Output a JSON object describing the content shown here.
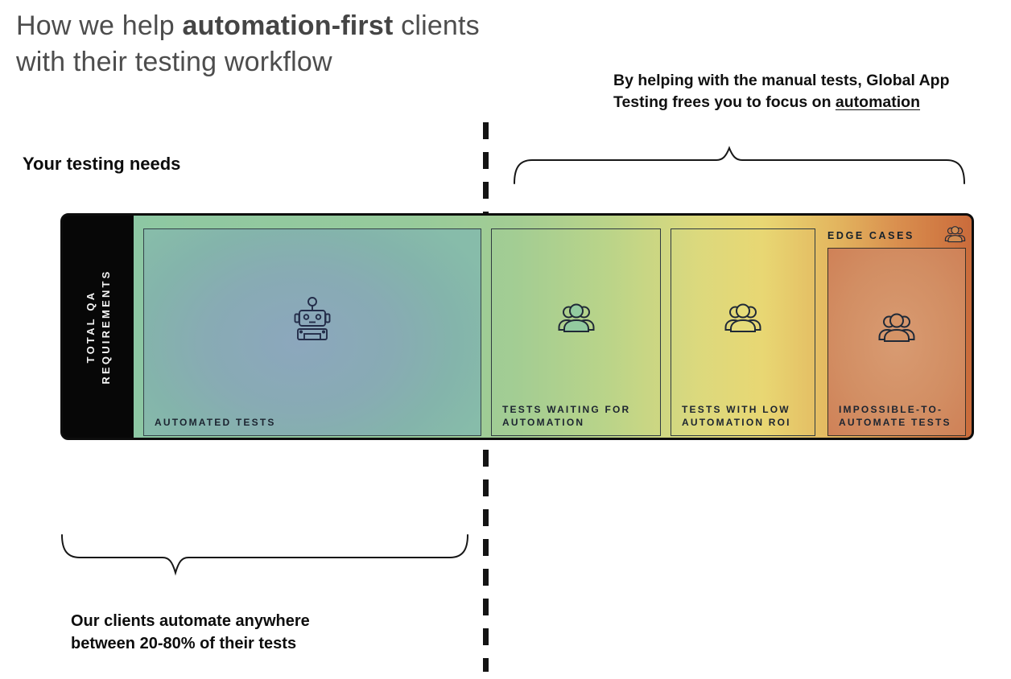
{
  "title": {
    "pre": "How we help ",
    "bold": "automation-first",
    "post": " clients",
    "line2": "with their testing workflow"
  },
  "top_right_note": {
    "line1": "By helping with the manual tests, Global App",
    "line2_pre": "Testing frees you to focus on ",
    "underlined": "automation"
  },
  "left_heading": "Your testing needs",
  "bottom_note": {
    "line1": "Our clients automate anywhere",
    "line2": "between 20-80% of their tests"
  },
  "bar": {
    "sidebar_label_line1": "TOTAL QA",
    "sidebar_label_line2": "REQUIREMENTS",
    "edge_cases_label": "EDGE CASES",
    "sections": [
      {
        "label": "AUTOMATED TESTS",
        "icon": "robot-icon"
      },
      {
        "label": "TESTS WAITING FOR AUTOMATION",
        "icon": "people-icon"
      },
      {
        "label": "TESTS WITH LOW AUTOMATION ROI",
        "icon": "people-icon"
      },
      {
        "label": "IMPOSSIBLE-TO-AUTOMATE TESTS",
        "icon": "people-icon"
      }
    ]
  },
  "colors": {
    "gradient_start": "#87c5a8",
    "gradient_mid": "#e8d773",
    "gradient_end": "#ca6b3b",
    "automated_box_center": "#8ca7bd",
    "sidebar_bg": "#070707",
    "label_navy": "#1c2430",
    "robot_icon_navy": "#232c49",
    "text_black": "#101010",
    "title_gray": "#4d4d4d"
  }
}
